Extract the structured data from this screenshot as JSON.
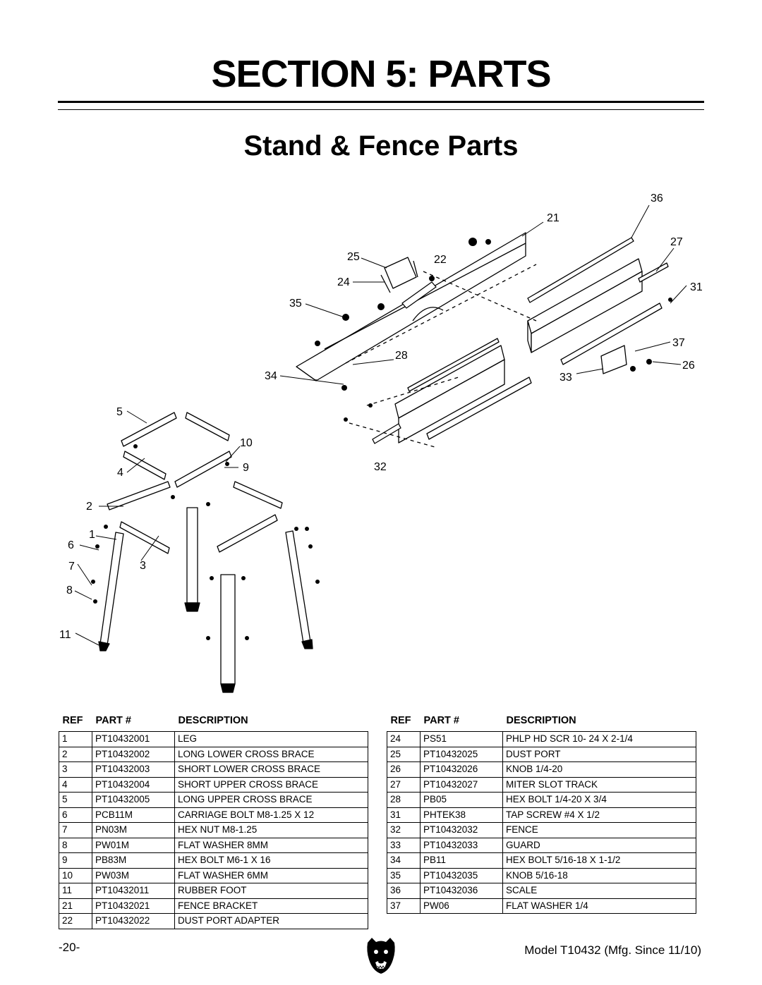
{
  "header": {
    "title": "SECTION 5: PARTS",
    "subtitle": "Stand & Fence Parts"
  },
  "diagram": {
    "callouts": [
      "36",
      "21",
      "27",
      "25",
      "22",
      "24",
      "31",
      "35",
      "28",
      "37",
      "26",
      "34",
      "33",
      "5",
      "10",
      "4",
      "9",
      "32",
      "2",
      "1",
      "6",
      "7",
      "3",
      "8",
      "11"
    ]
  },
  "table_left": {
    "headers": [
      "REF",
      "PART #",
      "DESCRIPTION"
    ],
    "rows": [
      [
        "1",
        "PT10432001",
        "LEG"
      ],
      [
        "2",
        "PT10432002",
        "LONG LOWER CROSS BRACE"
      ],
      [
        "3",
        "PT10432003",
        "SHORT LOWER CROSS BRACE"
      ],
      [
        "4",
        "PT10432004",
        "SHORT UPPER CROSS BRACE"
      ],
      [
        "5",
        "PT10432005",
        "LONG UPPER CROSS BRACE"
      ],
      [
        "6",
        "PCB11M",
        "CARRIAGE BOLT M8-1.25 X 12"
      ],
      [
        "7",
        "PN03M",
        "HEX NUT M8-1.25"
      ],
      [
        "8",
        "PW01M",
        "FLAT WASHER 8MM"
      ],
      [
        "9",
        "PB83M",
        "HEX BOLT M6-1 X 16"
      ],
      [
        "10",
        "PW03M",
        "FLAT WASHER 6MM"
      ],
      [
        "11",
        "PT10432011",
        "RUBBER FOOT"
      ],
      [
        "21",
        "PT10432021",
        "FENCE BRACKET"
      ],
      [
        "22",
        "PT10432022",
        "DUST PORT ADAPTER"
      ]
    ]
  },
  "table_right": {
    "headers": [
      "REF",
      "PART #",
      "DESCRIPTION"
    ],
    "rows": [
      [
        "24",
        "PS51",
        "PHLP HD  SCR 10- 24 X 2-1/4"
      ],
      [
        "25",
        "PT10432025",
        "DUST PORT"
      ],
      [
        "26",
        "PT10432026",
        "KNOB 1/4-20"
      ],
      [
        "27",
        "PT10432027",
        "MITER SLOT TRACK"
      ],
      [
        "28",
        "PB05",
        "HEX BOLT 1/4-20 X 3/4"
      ],
      [
        "31",
        "PHTEK38",
        "TAP SCREW #4 X 1/2"
      ],
      [
        "32",
        "PT10432032",
        "FENCE"
      ],
      [
        "33",
        "PT10432033",
        "GUARD"
      ],
      [
        "34",
        "PB11",
        "HEX BOLT 5/16-18 X 1-1/2"
      ],
      [
        "35",
        "PT10432035",
        "KNOB 5/16-18"
      ],
      [
        "36",
        "PT10432036",
        "SCALE"
      ],
      [
        "37",
        "PW06",
        "FLAT WASHER 1/4"
      ]
    ]
  },
  "footer": {
    "page": "-20-",
    "model": "Model T10432 (Mfg. Since 11/10)"
  },
  "logo": {
    "icon": "bear-head-icon"
  }
}
